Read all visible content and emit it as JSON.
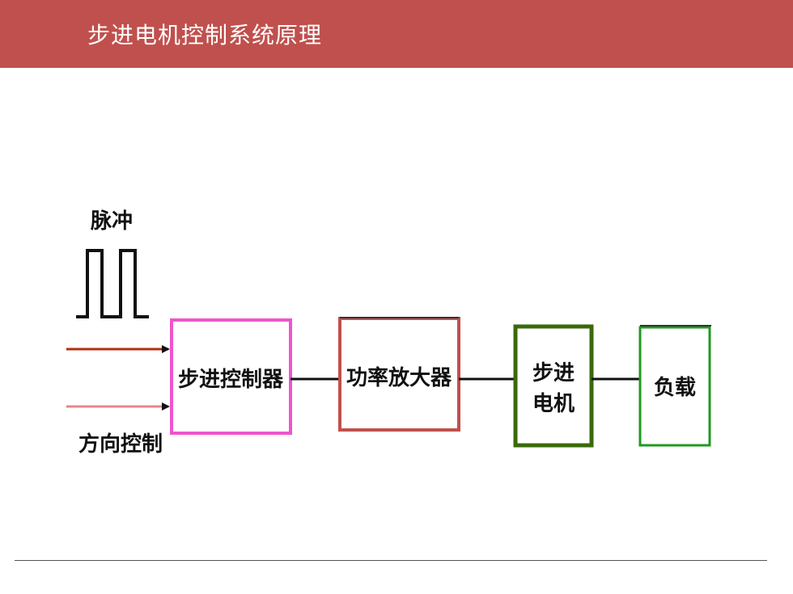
{
  "header": {
    "title": "步进电机控制系统原理"
  },
  "labels": {
    "pulse": "脉冲",
    "direction": "方向控制"
  },
  "blocks": {
    "controller": {
      "label": "步进控制器",
      "border": "#ee55cc"
    },
    "amplifier": {
      "label": "功率放大器",
      "border": "#c0504d"
    },
    "motor": {
      "label_line1": "步进",
      "label_line2": "电机",
      "border": "#3a6a0a"
    },
    "load": {
      "label": "负载",
      "border": "#1f9a1f"
    }
  },
  "colors": {
    "header_bg": "#c0504d",
    "pulse_arrow": "#b03010",
    "direction_arrow": "#e8858a",
    "connector": "#111111"
  }
}
